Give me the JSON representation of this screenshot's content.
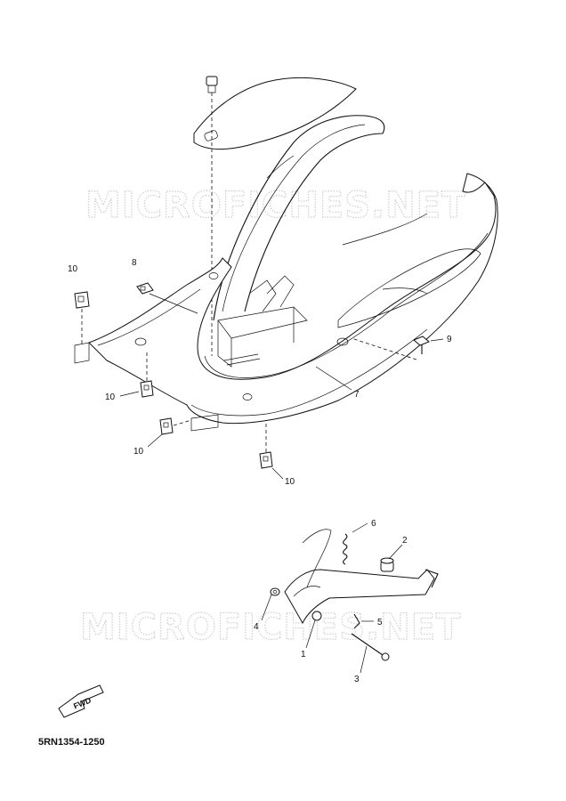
{
  "watermark_text": "MICROFICHES.NET",
  "diagram_code": "5RN1354-1250",
  "fwd_label": "FWD",
  "callouts": {
    "c1": "1",
    "c2": "2",
    "c3": "3",
    "c4": "4",
    "c5": "5",
    "c6": "6",
    "c7": "7",
    "c8": "8",
    "c9": "9",
    "c10a": "10",
    "c10b": "10",
    "c10c": "10",
    "c10d": "10"
  },
  "colors": {
    "line": "#111111",
    "watermark": "#cfcfcf",
    "background": "#ffffff"
  }
}
